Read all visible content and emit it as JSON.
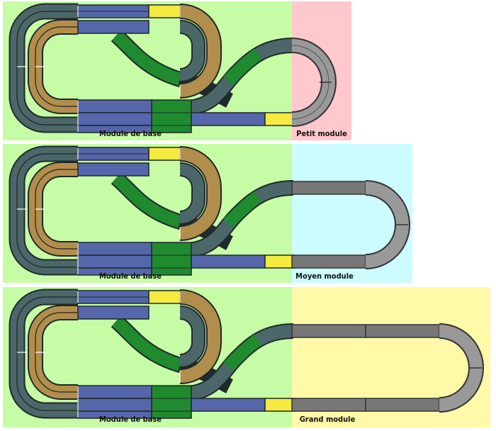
{
  "layouts": [
    {
      "base_label": "Module de base",
      "extension_label": "Petit module",
      "extension_color": "#ffc8cc"
    },
    {
      "base_label": "Module de base",
      "extension_label": "Moyen module",
      "extension_color": "#ccfcff"
    },
    {
      "base_label": "Module de base",
      "extension_label": "Grand module",
      "extension_color": "#fff9a8"
    }
  ],
  "colors": {
    "base_module": "#c7fca6",
    "track_outer": "#4c676a",
    "track_inner": "#b28e4c",
    "track_straight": "#5566aa",
    "track_switch": "#1f8a2e",
    "track_short": "#f4ea40",
    "track_extension": "#999999"
  }
}
